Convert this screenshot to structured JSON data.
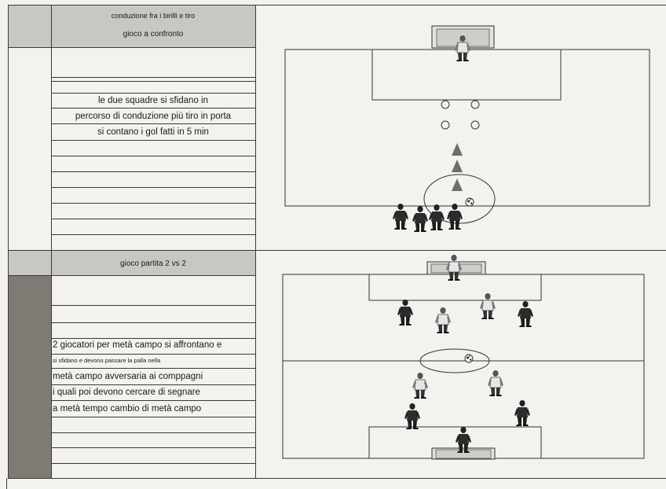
{
  "block1": {
    "header_line1": "conduzione fra i birilli e tiro",
    "header_line2": "gioco a confronto",
    "description": [
      "le due squadre si sfidano in",
      "percorso di conduzione più tiro in porta",
      "si contano i gol fatti in 5 min"
    ]
  },
  "block2": {
    "header": "gioco partita 2 vs 2",
    "description": [
      "2 giocatori per metà campo si affrontano e",
      "si sfidano e devono passare la  palla nella",
      "metà campo avversaria ai comppagni",
      "i quali poi devono cercare di segnare",
      "a metà tempo cambio di metà campo"
    ]
  },
  "colors": {
    "paper": "#f3f2ee",
    "header_gray": "#c9c7c3",
    "side_dark": "#7e7a74",
    "cone": "#6e6e6e"
  },
  "icons": [
    "goal-icon",
    "cone-icon",
    "marker-icon",
    "ball-icon",
    "player-icon"
  ]
}
